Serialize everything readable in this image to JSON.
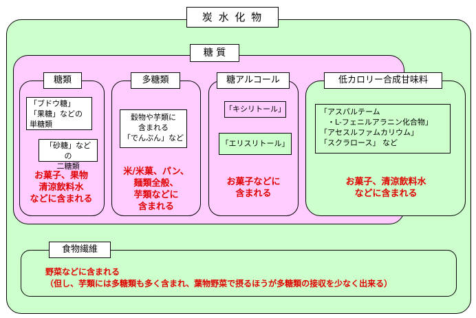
{
  "carbohydrate": {
    "title": "炭 水 化 物"
  },
  "sugar": {
    "title": "糖 質",
    "groups": [
      {
        "label": "糖類",
        "items": [
          "「ブドウ糖」\n「果糖」などの\n単糖類",
          "「砂糖」などの\n二糖類"
        ],
        "note": "お菓子、果物\n清涼飲料水\nなどに含まれる"
      },
      {
        "label": "多糖類",
        "items": [
          "穀物や芋類に\n含まれる\n「でんぷん」など"
        ],
        "note": "米/米菓、パン、\n麺類全般、\n芋類などに\n含まれる"
      },
      {
        "label": "糖アルコール",
        "items": [
          "「キシリトール」",
          "「エリスリトール」"
        ],
        "note": "お菓子などに\n含まれる"
      }
    ]
  },
  "sweetener": {
    "label": "低カロリー合成甘味料",
    "items": "「アスパルテーム\n　・L-フェニルアラニン化合物」\n「アセスルファムカリウム」\n「スクラロース」 など",
    "note": "お菓子、清涼飲料水\nなどに含まれる"
  },
  "fiber": {
    "label": "食物繊維",
    "note": "野菜などに含まれる\n（但し、芋類には多糖類も多く含まれ、葉物野菜で摂るほうが多糖類の接収を少なく出来る）"
  },
  "colors": {
    "outer": "#ccffcc",
    "sugar": "#ffccff",
    "note": "#e00000"
  }
}
